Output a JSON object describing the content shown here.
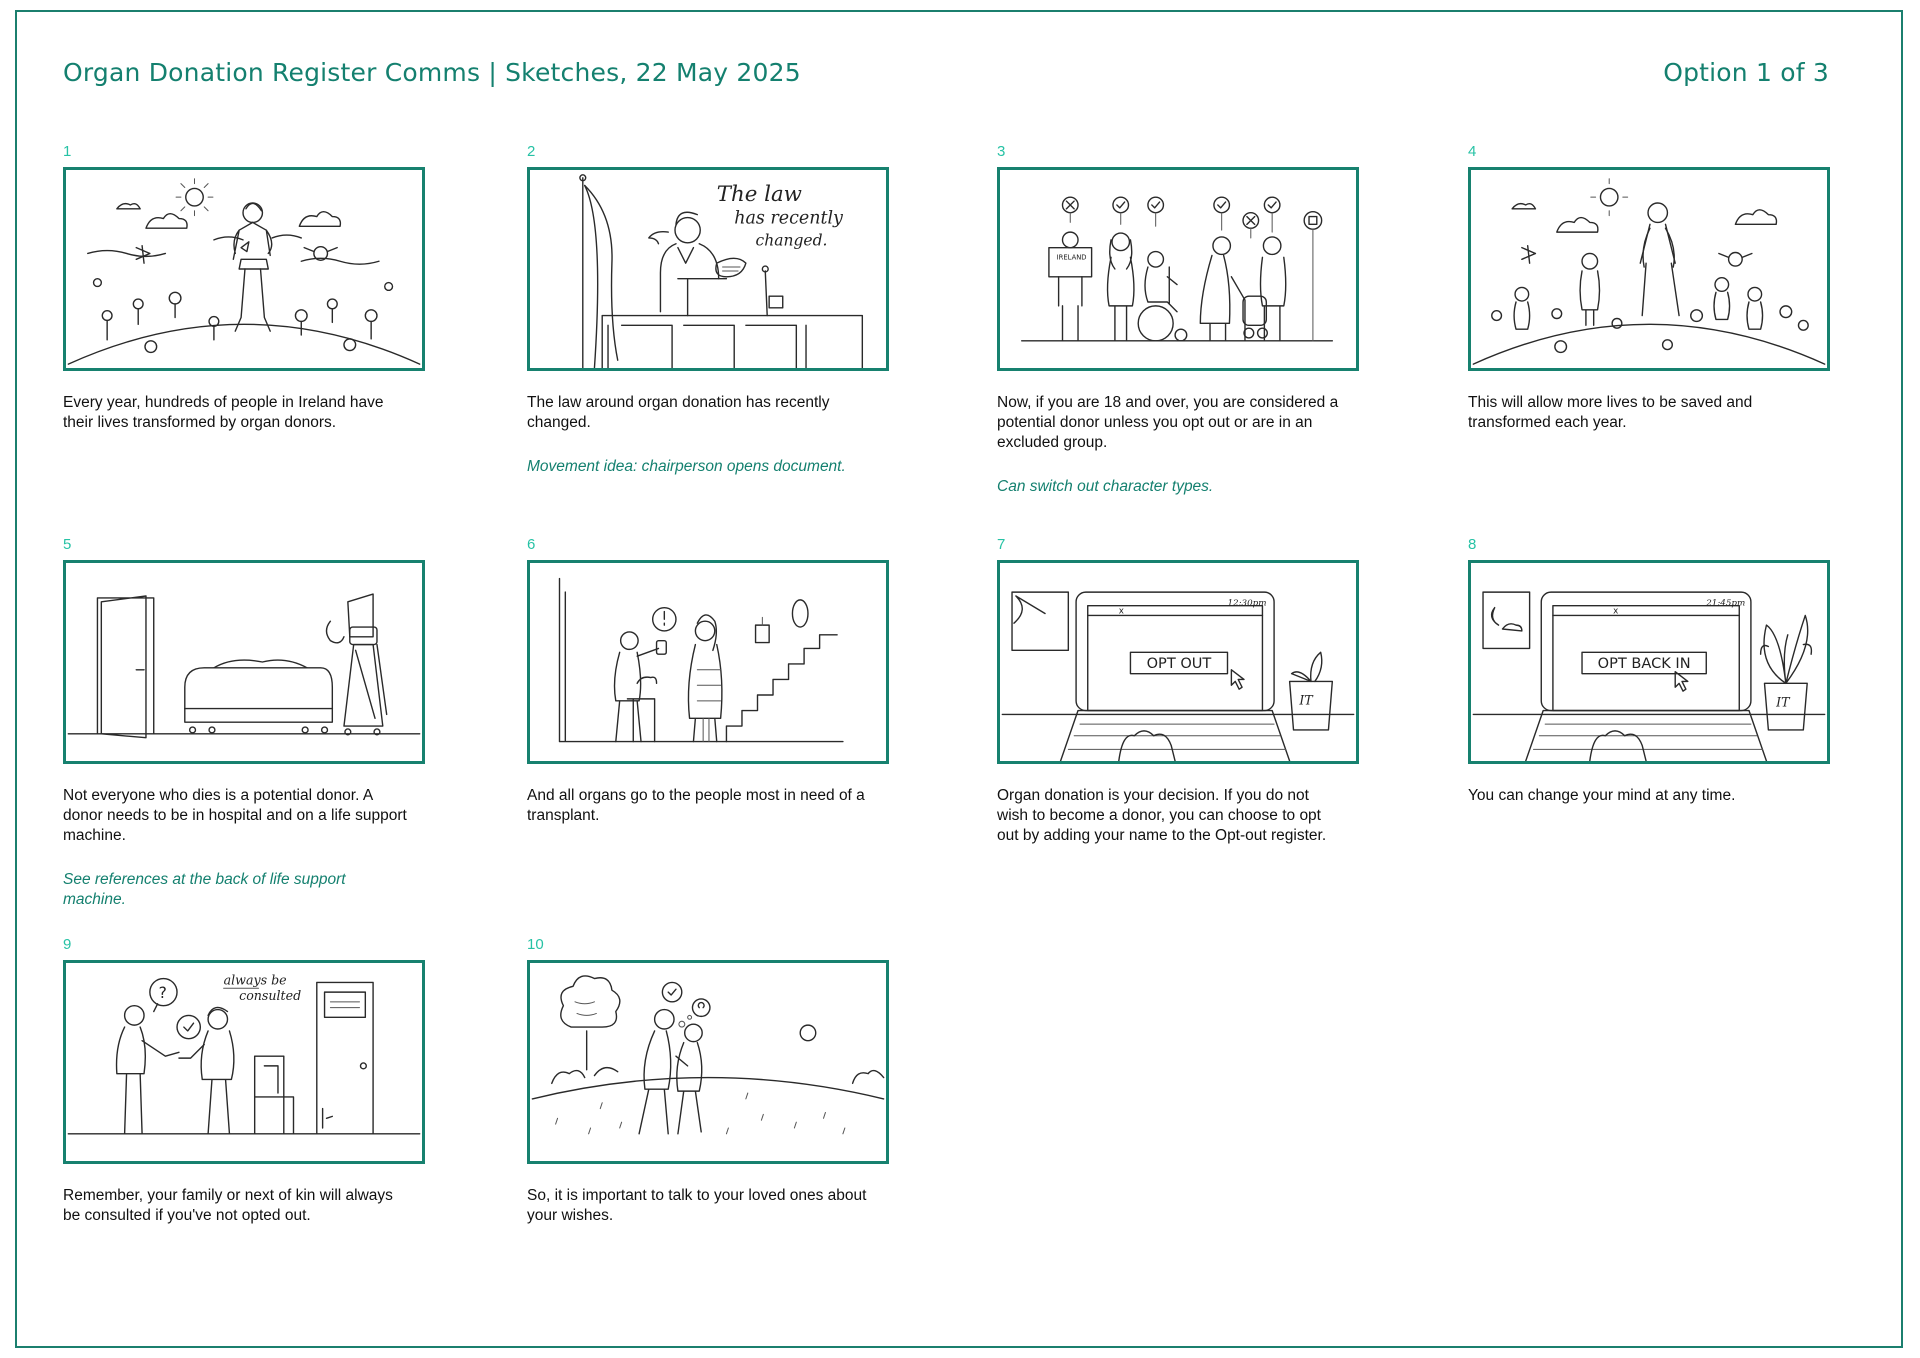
{
  "header": {
    "title": "Organ Donation Register Comms | Sketches, 22 May 2025",
    "option": "Option 1 of 3"
  },
  "panels": [
    {
      "num": "1",
      "caption": "Every year, hundreds of people in Ireland have their lives transformed by organ donors.",
      "note": ""
    },
    {
      "num": "2",
      "caption": "The law around organ donation has recently changed.",
      "note": "Movement idea: chairperson opens document.",
      "sketch_text": [
        "The law",
        "has recently",
        "changed."
      ]
    },
    {
      "num": "3",
      "caption": "Now, if you are 18 and over, you are considered a potential donor unless you opt out or are in an excluded group.",
      "note": "Can switch out character types.",
      "sketch_text": "IRELAND"
    },
    {
      "num": "4",
      "caption": "This will allow more lives to be saved and transformed each year.",
      "note": ""
    },
    {
      "num": "5",
      "caption": "Not everyone who dies is a potential donor. A donor needs to be in hospital and on a life support machine.",
      "note": "See references at the back of life support machine."
    },
    {
      "num": "6",
      "caption": "And all organs go to the people most in need of a transplant.",
      "note": ""
    },
    {
      "num": "7",
      "caption": "Organ donation is your decision. If you do not wish to become a donor, you can choose to opt out by adding your name to the Opt-out register.",
      "note": "",
      "sketch_text": {
        "time": "12:30pm",
        "button": "OPT OUT",
        "close": "x",
        "pot": "IT"
      }
    },
    {
      "num": "8",
      "caption": "You can change your mind at any time.",
      "note": "",
      "sketch_text": {
        "time": "21:45pm",
        "button": "OPT BACK IN",
        "close": "x",
        "pot": "IT"
      }
    },
    {
      "num": "9",
      "caption": "Remember, your family or next of kin will always be consulted if you've not opted out.",
      "note": "",
      "sketch_text": {
        "line1": "always be",
        "line2": "consulted",
        "bubble": "?"
      }
    },
    {
      "num": "10",
      "caption": "So, it is important to talk to your loved ones about your wishes.",
      "note": ""
    }
  ]
}
